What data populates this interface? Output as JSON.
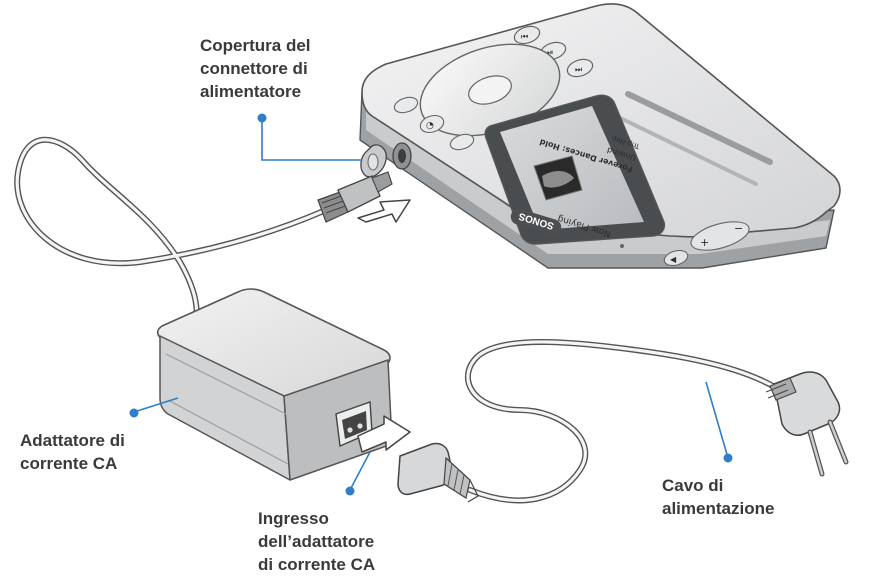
{
  "callouts": {
    "connector_cover": "Copertura del\nconnettore di\nalimentatore",
    "ac_adapter": "Adattatore di\ncorrente CA",
    "adapter_input": "Ingresso\ndell’adattatore\ndi corrente CA",
    "power_cord": "Cavo di\nalimentazione"
  },
  "device": {
    "brand": "SONOS",
    "screen": {
      "header": "Now Playing",
      "track": "Forever Dances: Hold",
      "artist": "Unwind",
      "album": "Trip Hop"
    }
  },
  "colors": {
    "callout_line": "#2e7fc8",
    "label_text": "#3a3a3a",
    "device_body": "#e4e5e6",
    "outline": "#555555"
  }
}
